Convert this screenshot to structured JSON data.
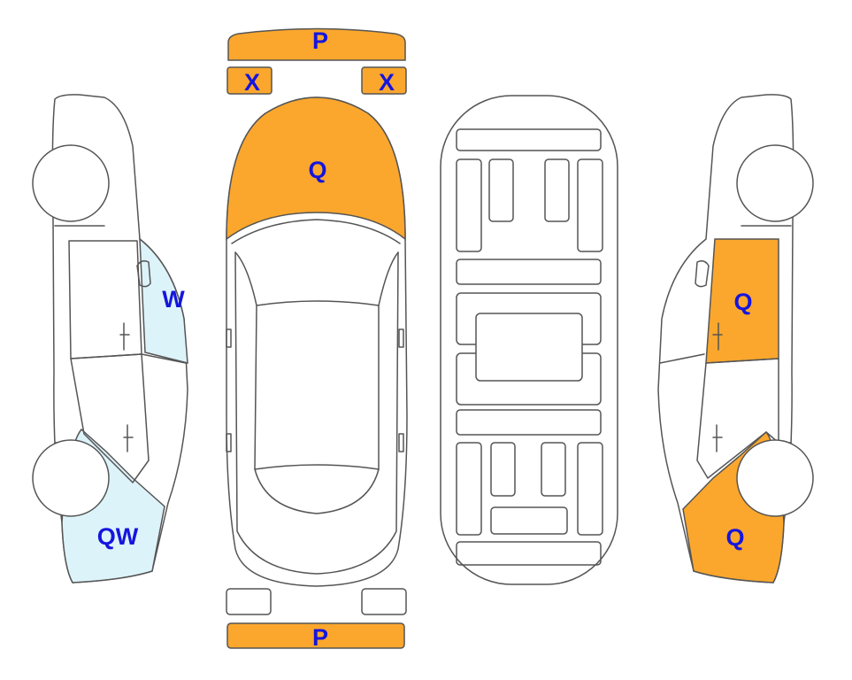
{
  "colors": {
    "q_damage": "#FBA72D",
    "w_damage": "#DDF3FA",
    "label_text": "#1515DD",
    "outline": "#555555"
  },
  "labels": {
    "front_bumper": "P",
    "left_headlight": "X",
    "right_headlight": "X",
    "hood": "Q",
    "rear_bumper": "P",
    "left_side_window": "W",
    "left_rear_quarter": "QW",
    "right_front_door": "Q",
    "right_rear_quarter": "Q"
  }
}
